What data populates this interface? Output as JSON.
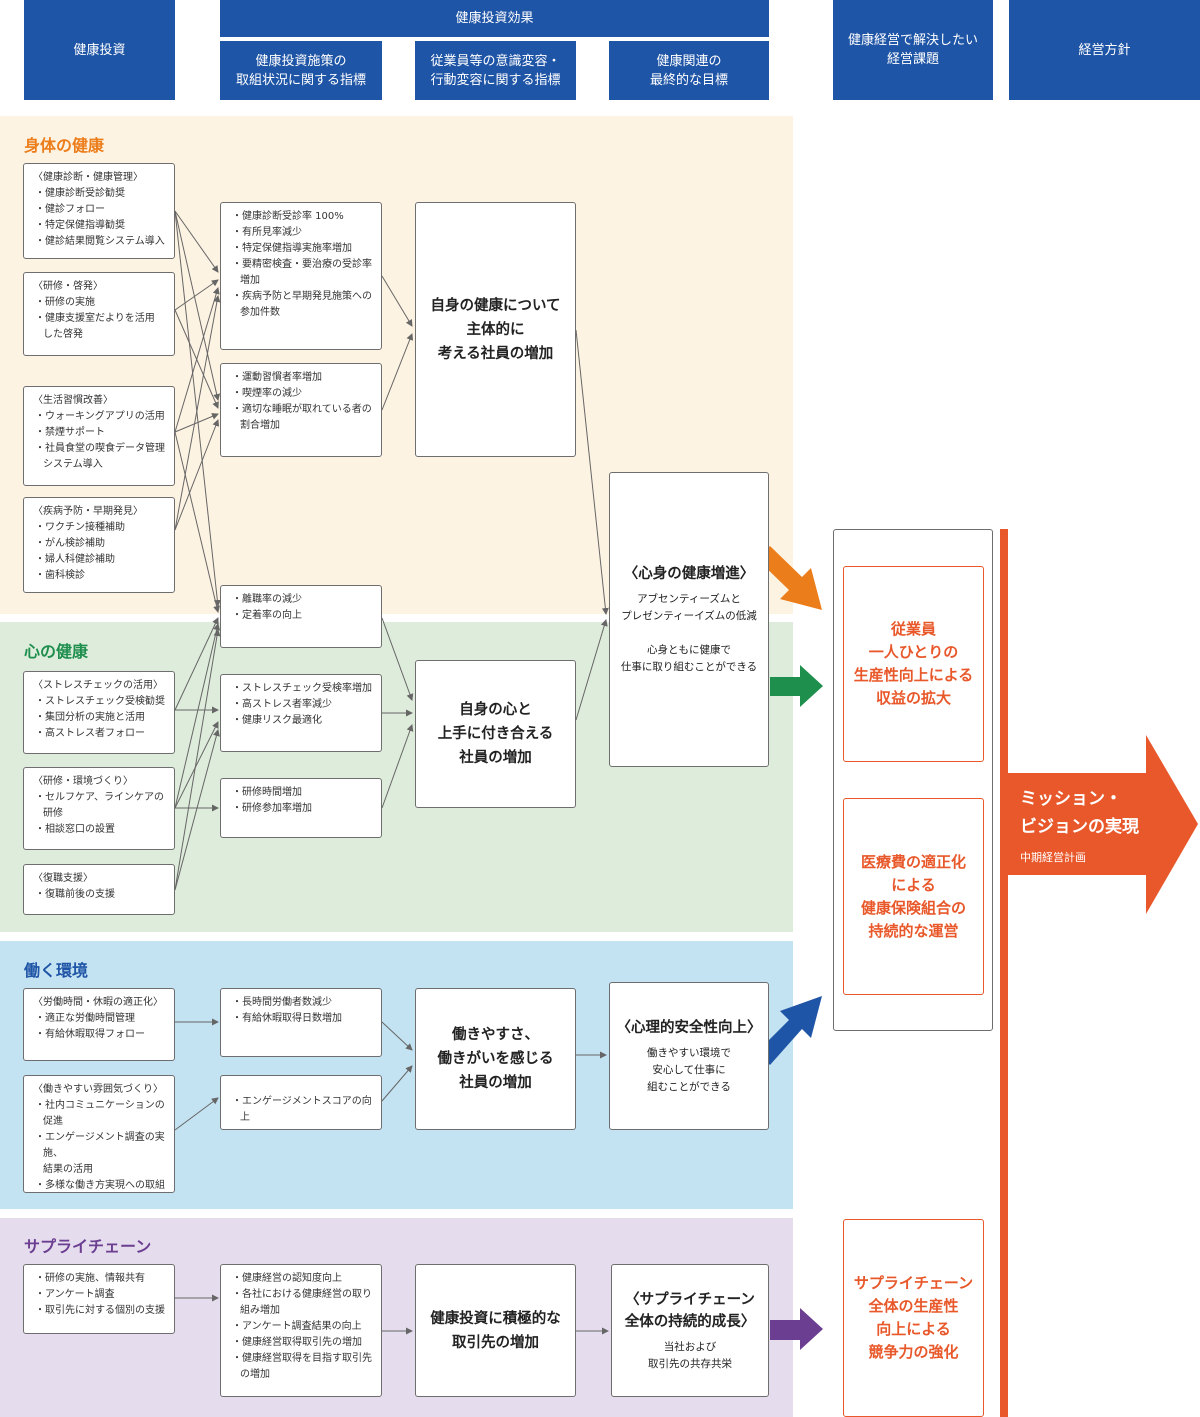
{
  "headers": {
    "investment": "健康投資",
    "effect": "健康投資効果",
    "indicator1": "健康投資施策の\n取組状況に関する指標",
    "indicator2": "従業員等の意識変容・\n行動変容に関する指標",
    "indicator3": "健康関連の\n最終的な目標",
    "issues": "健康経営で解決したい\n経営課題",
    "policy": "経営方針"
  },
  "colors": {
    "header": "#1f55a6",
    "body_bg": "#fdf3e3",
    "mind_bg": "#deecdb",
    "work_bg": "#c4e3f2",
    "supply_bg": "#e5dded",
    "orange_title": "#ec7d1b",
    "green_title": "#1f8f4e",
    "blue_title": "#1f55a6",
    "purple_title": "#6c3e91",
    "accent": "#e8582a"
  },
  "sections": {
    "body": {
      "title": "身体の健康",
      "investments": [
        {
          "title": "〈健康診断・健康管理〉",
          "items": [
            "健康診断受診勧奨",
            "健診フォロー",
            "特定保健指導勧奨",
            "健診結果閲覧システム導入"
          ]
        },
        {
          "title": "〈研修・啓発〉",
          "items": [
            "研修の実施",
            "健康支援室だよりを活用\nした啓発"
          ]
        },
        {
          "title": "〈生活習慣改善〉",
          "items": [
            "ウォーキングアプリの活用",
            "禁煙サポート",
            "社員食堂の喫食データ管理\nシステム導入"
          ]
        },
        {
          "title": "〈疾病予防・早期発見〉",
          "items": [
            "ワクチン接種補助",
            "がん検診補助",
            "婦人科健診補助",
            "歯科検診"
          ]
        }
      ],
      "indicators": [
        {
          "items": [
            "健康診断受診率 100%",
            "有所見率減少",
            "特定保健指導実施率増加",
            "要精密検査・要治療の受診率\n増加",
            "疾病予防と早期発見施策への\n参加件数"
          ]
        },
        {
          "items": [
            "運動習慣者率増加",
            "喫煙率の減少",
            "適切な睡眠が取れている者の\n割合増加"
          ]
        },
        {
          "items": [
            "離職率の減少",
            "定着率の向上"
          ]
        }
      ],
      "change": "自身の健康について\n主体的に\n考える社員の増加"
    },
    "mind": {
      "title": "心の健康",
      "investments": [
        {
          "title": "〈ストレスチェックの活用〉",
          "items": [
            "ストレスチェック受検勧奨",
            "集団分析の実施と活用",
            "高ストレス者フォロー"
          ]
        },
        {
          "title": "〈研修・環境づくり〉",
          "items": [
            "セルフケア、ラインケアの\n研修",
            "相談窓口の設置"
          ]
        },
        {
          "title": "〈復職支援〉",
          "items": [
            "復職前後の支援"
          ]
        }
      ],
      "indicators": [
        {
          "items": [
            "ストレスチェック受検率増加",
            "高ストレス者率減少",
            "健康リスク最適化"
          ]
        },
        {
          "items": [
            "研修時間増加",
            "研修参加率増加"
          ]
        }
      ],
      "change": "自身の心と\n上手に付き合える\n社員の増加"
    },
    "goal_health": {
      "title": "〈心身の健康増進〉",
      "sub": "アブセンティーズムと\nプレゼンティーイズムの低減\n\n心身ともに健康で\n仕事に取り組むことができる"
    },
    "work": {
      "title": "働く環境",
      "investments": [
        {
          "title": "〈労働時間・休暇の適正化〉",
          "items": [
            "適正な労働時間管理",
            "有給休暇取得フォロー"
          ]
        },
        {
          "title": "〈働きやすい雰囲気づくり〉",
          "items": [
            "社内コミュニケーションの\n促進",
            "エンゲージメント調査の実施、\n結果の活用",
            "多様な働き方実現への取組"
          ]
        }
      ],
      "indicators": [
        {
          "items": [
            "長時間労働者数減少",
            "有給休暇取得日数増加"
          ]
        },
        {
          "items": [
            "エンゲージメントスコアの向上"
          ]
        }
      ],
      "change": "働きやすさ、\n働きがいを感じる\n社員の増加",
      "goal_title": "〈心理的安全性向上〉",
      "goal_sub": "働きやすい環境で\n安心して仕事に\n組むことができる"
    },
    "supply": {
      "title": "サプライチェーン",
      "investments": [
        {
          "items": [
            "研修の実施、情報共有",
            "アンケート調査",
            "取引先に対する個別の支援"
          ]
        }
      ],
      "indicators": [
        {
          "items": [
            "健康経営の認知度向上",
            "各社における健康経営の取り\n組み増加",
            "アンケート調査結果の向上",
            "健康経営取得取引先の増加",
            "健康経営取得を目指す取引先\nの増加"
          ]
        }
      ],
      "change": "健康投資に積極的な\n取引先の増加",
      "goal_title": "〈サプライチェーン\n全体の持続的成長〉",
      "goal_sub": "当社および\n取引先の共存共栄"
    }
  },
  "issues": {
    "issue1": "従業員\n一人ひとりの\n生産性向上による\n収益の拡大",
    "issue2": "医療費の適正化\nによる\n健康保険組合の\n持続的な運営",
    "issue3": "サプライチェーン\n全体の生産性\n向上による\n競争力の強化"
  },
  "mission": {
    "title": "ミッション・\nビジョンの実現",
    "sub": "中期経営計画"
  }
}
